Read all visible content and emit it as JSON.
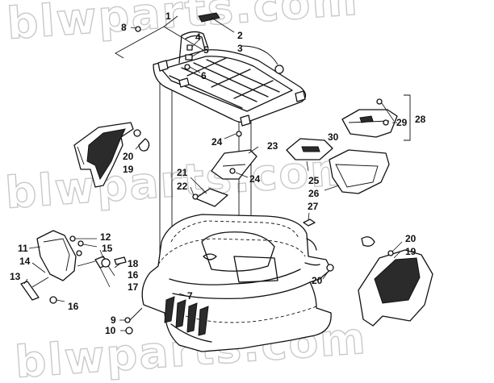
{
  "watermark": {
    "top_text": "blwparts.com",
    "middle_text": "blwparts.com",
    "bottom_text": "blwparts.com"
  },
  "callouts": [
    {
      "id": "c1",
      "label": "1"
    },
    {
      "id": "c2",
      "label": "2"
    },
    {
      "id": "c3",
      "label": "3"
    },
    {
      "id": "c4",
      "label": "4"
    },
    {
      "id": "c5",
      "label": "5"
    },
    {
      "id": "c6",
      "label": "6"
    },
    {
      "id": "c7",
      "label": "7"
    },
    {
      "id": "c8",
      "label": "8"
    },
    {
      "id": "c9",
      "label": "9"
    },
    {
      "id": "c10",
      "label": "10"
    },
    {
      "id": "c11",
      "label": "11"
    },
    {
      "id": "c12",
      "label": "12"
    },
    {
      "id": "c13",
      "label": "13"
    },
    {
      "id": "c14",
      "label": "14"
    },
    {
      "id": "c15",
      "label": "15"
    },
    {
      "id": "c16a",
      "label": "16"
    },
    {
      "id": "c16b",
      "label": "16"
    },
    {
      "id": "c17",
      "label": "17"
    },
    {
      "id": "c18",
      "label": "18"
    },
    {
      "id": "c19a",
      "label": "19"
    },
    {
      "id": "c19b",
      "label": "19"
    },
    {
      "id": "c20a",
      "label": "20"
    },
    {
      "id": "c20b",
      "label": "20"
    },
    {
      "id": "c20c",
      "label": "20"
    },
    {
      "id": "c21",
      "label": "21"
    },
    {
      "id": "c22",
      "label": "22"
    },
    {
      "id": "c23",
      "label": "23"
    },
    {
      "id": "c24a",
      "label": "24"
    },
    {
      "id": "c24b",
      "label": "24"
    },
    {
      "id": "c25",
      "label": "25"
    },
    {
      "id": "c26",
      "label": "26"
    },
    {
      "id": "c27",
      "label": "27"
    },
    {
      "id": "c28",
      "label": "28"
    },
    {
      "id": "c29",
      "label": "29"
    },
    {
      "id": "c30",
      "label": "30"
    }
  ]
}
